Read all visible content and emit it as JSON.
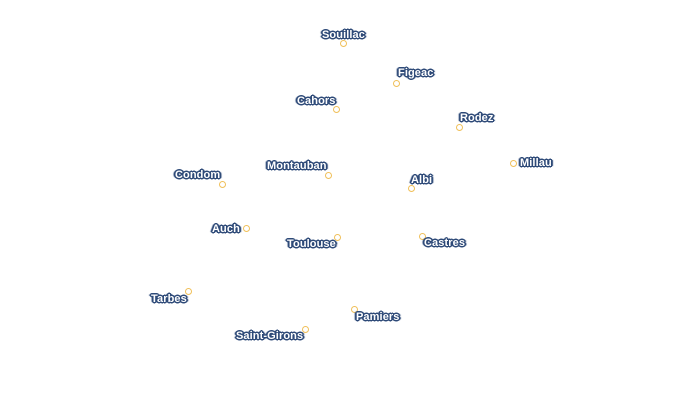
{
  "colors": {
    "label_halo": "#2e4a78",
    "label_text": "#ffffff",
    "marker_outline": "#f0c05a"
  },
  "cities": [
    {
      "key": "souillac",
      "name": "Souillac"
    },
    {
      "key": "figeac",
      "name": "Figeac"
    },
    {
      "key": "cahors",
      "name": "Cahors"
    },
    {
      "key": "rodez",
      "name": "Rodez"
    },
    {
      "key": "millau",
      "name": "Millau"
    },
    {
      "key": "montauban",
      "name": "Montauban"
    },
    {
      "key": "condom",
      "name": "Condom"
    },
    {
      "key": "albi",
      "name": "Albi"
    },
    {
      "key": "auch",
      "name": "Auch"
    },
    {
      "key": "toulouse",
      "name": "Toulouse"
    },
    {
      "key": "castres",
      "name": "Castres"
    },
    {
      "key": "tarbes",
      "name": "Tarbes"
    },
    {
      "key": "pamiers",
      "name": "Pamiers"
    },
    {
      "key": "saint-girons",
      "name": "Saint-Girons"
    }
  ]
}
